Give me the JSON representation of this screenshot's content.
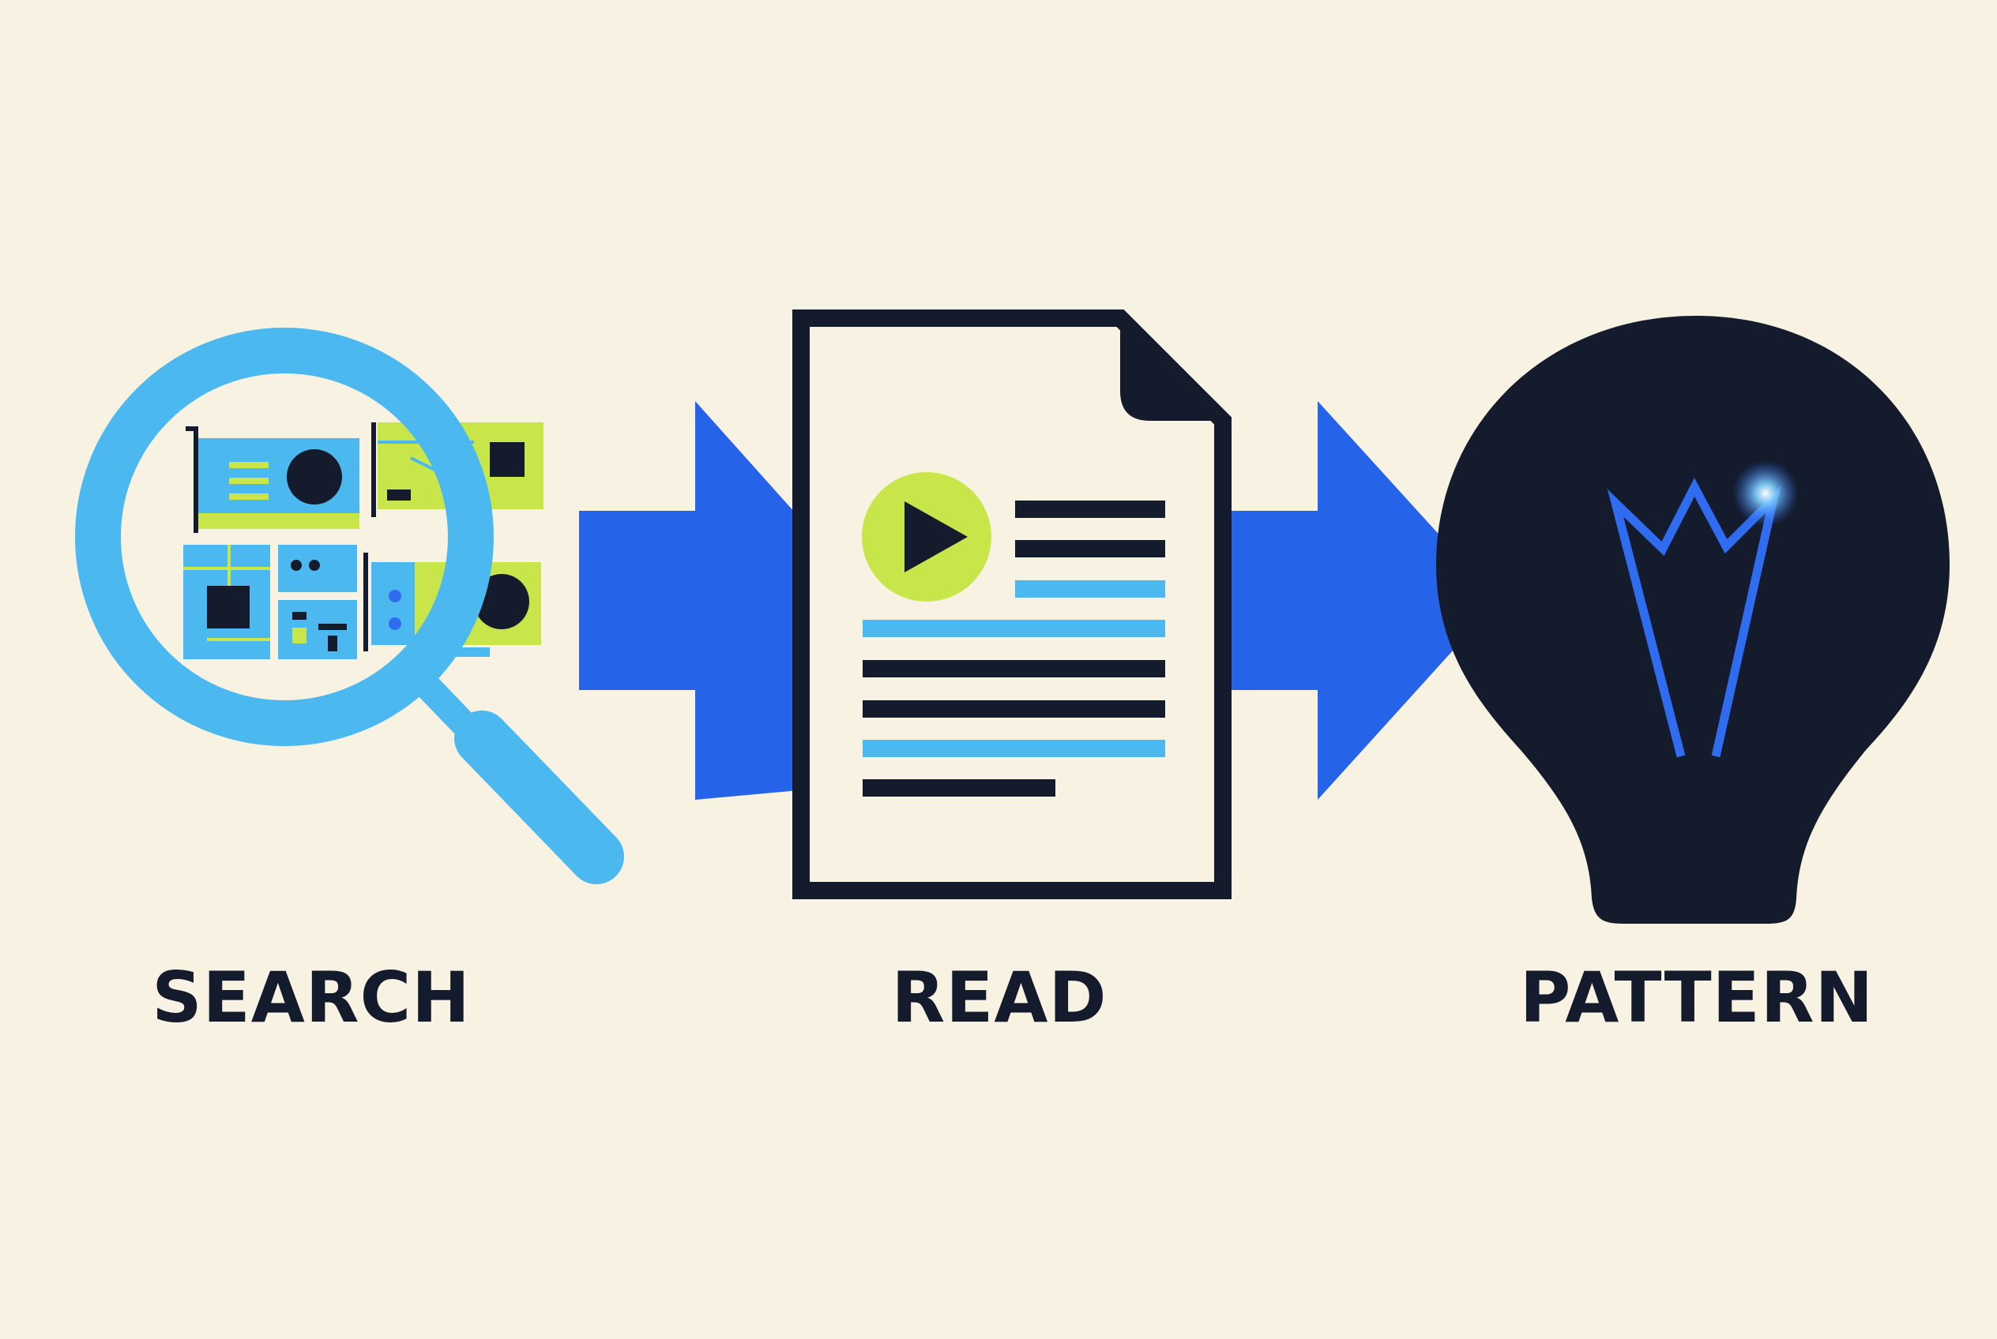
{
  "colors": {
    "background": "#f8f2e2",
    "arrow": "#2563e8",
    "ink": "#141b2d",
    "magnifier": "#4bb9f0",
    "accent_lime": "#c8e64a",
    "accent_cyan": "#4bb9f0",
    "bulb_filament": "#2f6cf0"
  },
  "steps": [
    {
      "label": "SEARCH",
      "icon": "magnifier-over-circuit-boards-icon"
    },
    {
      "label": "READ",
      "icon": "document-with-play-button-icon"
    },
    {
      "label": "PATTERN",
      "icon": "lightbulb-icon"
    }
  ],
  "connectors": [
    "arrow-right-icon",
    "arrow-right-icon"
  ]
}
